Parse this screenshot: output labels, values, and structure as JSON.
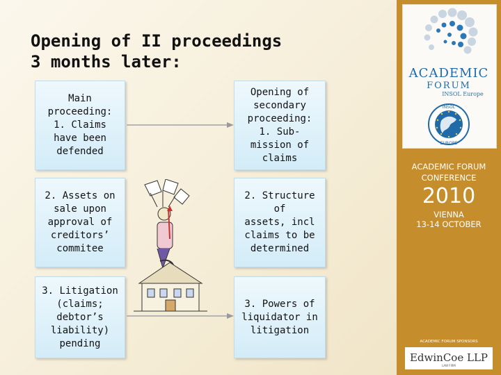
{
  "title": {
    "line1": "Opening of II proceedings",
    "line2": "3 months later:"
  },
  "left_boxes": [
    [
      "Main",
      "proceeding:",
      "1. Claims",
      "have been",
      "defended"
    ],
    [
      "2. Assets on",
      "sale upon",
      "approval of",
      "creditors’",
      "commitee"
    ],
    [
      "3. Litigation",
      "(claims;",
      "debtor’s",
      "liability)",
      "pending"
    ]
  ],
  "right_boxes": [
    [
      "Opening of",
      "secondary",
      "proceeding:",
      "1.  Sub-",
      "mission of",
      "claims"
    ],
    [
      "2. Structure of",
      "assets, incl",
      "claims to be",
      "determined"
    ],
    [
      "3. Powers of",
      "liquidator in",
      "litigation"
    ]
  ],
  "colors": {
    "box_fill": "#d3ecf8",
    "arrow": "#9a9a9a",
    "banner": "#c68d2c",
    "logo_blue": "#1f6aa9"
  },
  "banner": {
    "logo_line1": "ACADEMIC",
    "logo_line2": "FORUM",
    "logo_line3": "INSOL Europe",
    "seal_top": "INSOL",
    "seal_bottom": "EUROPE",
    "conference_line1": "ACADEMIC FORUM",
    "conference_line2": "CONFERENCE",
    "year": "2010",
    "city": "VIENNA",
    "dates": "13-14 OCTOBER",
    "sponsors_label": "ACADEMIC FORUM SPONSORS",
    "sponsor_name": "EdwinCoe LLP",
    "sponsor_sub": "LAW FIRM"
  },
  "icons": [
    "balancing-figure-icon",
    "dots-circle-logo-icon",
    "insol-europe-seal-icon"
  ]
}
